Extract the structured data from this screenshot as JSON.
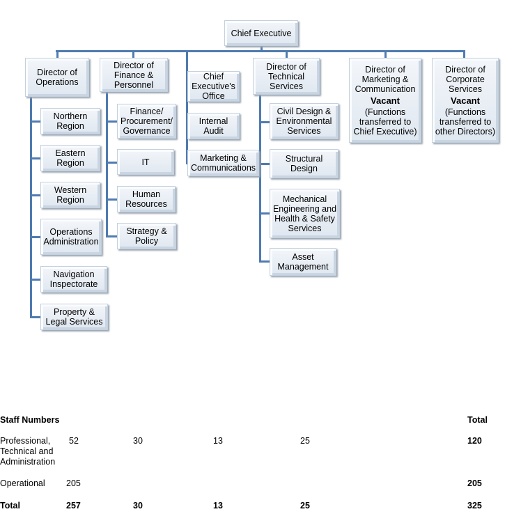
{
  "chart": {
    "chief_executive": "Chief Executive",
    "directors": {
      "operations": "Director of Operations",
      "finance": "Director of Finance & Personnel",
      "technical": "Director of Technical Services",
      "marketing": {
        "title": "Director of Marketing & Communication",
        "status": "Vacant",
        "note": "(Functions transferred to Chief Executive)"
      },
      "corporate": {
        "title": "Director of Corporate Services",
        "status": "Vacant",
        "note": "(Functions transferred to other Directors)"
      }
    },
    "operations_units": [
      "Northern Region",
      "Eastern Region",
      "Western Region",
      "Operations Administration",
      "Navigation Inspectorate",
      "Property & Legal Services"
    ],
    "finance_units": [
      "Finance/ Procurement/ Governance",
      "IT",
      "Human Resources",
      "Strategy & Policy"
    ],
    "ce_units": [
      "Chief Executive's Office",
      "Internal Audit",
      "Marketing & Communications"
    ],
    "technical_units": [
      "Civil Design & Environmental Services",
      "Structural Design",
      "Mechanical Engineering and Health & Safety Services",
      "Asset Management"
    ]
  },
  "staff": {
    "title": "Staff Numbers",
    "total_header": "Total",
    "rows": [
      {
        "label": "Professional, Technical and Administration",
        "values": [
          "52",
          "30",
          "13",
          "25"
        ],
        "total": "120"
      },
      {
        "label": "Operational",
        "values": [
          "205",
          "",
          "",
          ""
        ],
        "total": "205"
      },
      {
        "label": "Total",
        "values": [
          "257",
          "30",
          "13",
          "25"
        ],
        "total": "325"
      }
    ]
  }
}
